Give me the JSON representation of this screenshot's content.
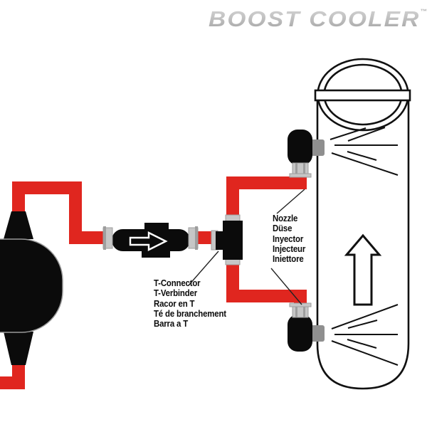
{
  "brand": {
    "logo_text": "BOOST COOLER",
    "trademark": "™"
  },
  "labels": {
    "nozzle": {
      "lines": [
        "Nozzle",
        "Düse",
        "Inyector",
        "Injecteur",
        "Iniettore"
      ]
    },
    "t_connector": {
      "lines": [
        "T-Connector",
        "T-Verbinder",
        "Racor en T",
        "Té de branchement",
        "Barra a T"
      ]
    }
  },
  "colors": {
    "tubing_red": "#E0261F",
    "component_black": "#0B0B0B",
    "fitting_gray": "#C6C6C6",
    "fitting_gray_dark": "#9E9E9E",
    "nozzle_mount_gray": "#8F8F8F",
    "outline_black": "#111111",
    "logo_gray_light": "#D6D6D6",
    "logo_gray_dark": "#A3A3A3"
  }
}
